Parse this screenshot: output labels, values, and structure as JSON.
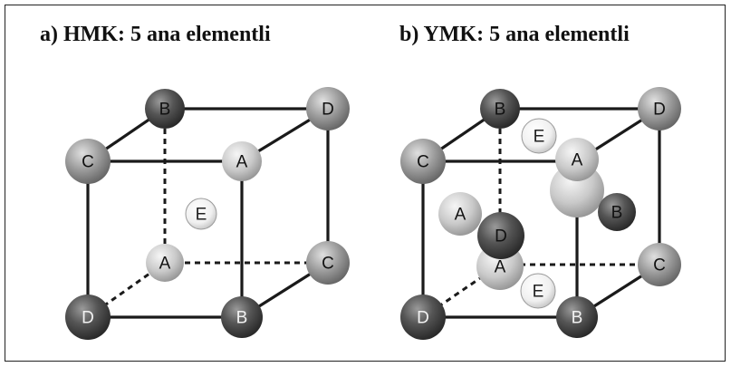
{
  "panels": {
    "a": {
      "title": "a) HMK: 5 ana elementli",
      "atoms": {
        "back_top_left": "B",
        "back_top_right": "D",
        "front_top_left": "C",
        "front_top_right": "A",
        "center": "E",
        "back_bottom_left": "A",
        "back_bottom_right": "C",
        "front_bottom_left": "D",
        "front_bottom_right": "B"
      }
    },
    "b": {
      "title": "b) YMK: 5 ana elementli",
      "atoms": {
        "back_top_left": "B",
        "back_top_right": "D",
        "front_top_left": "C",
        "front_top_right": "A",
        "top_face": "E",
        "right_face_a": "",
        "right_face_b": "B",
        "left_face_a": "A",
        "left_face_d": "D",
        "back_bottom_left": "A",
        "bottom_face": "E",
        "back_bottom_right": "C",
        "front_bottom_left": "D",
        "front_bottom_right": "B"
      }
    }
  },
  "colors": {
    "dark_atom": "#3a3a3a",
    "medium_atom": "#8a8a8a",
    "light_atom": "#c8c8c8",
    "pale_atom": "#f2f2f2",
    "edge": "#1a1a1a"
  }
}
